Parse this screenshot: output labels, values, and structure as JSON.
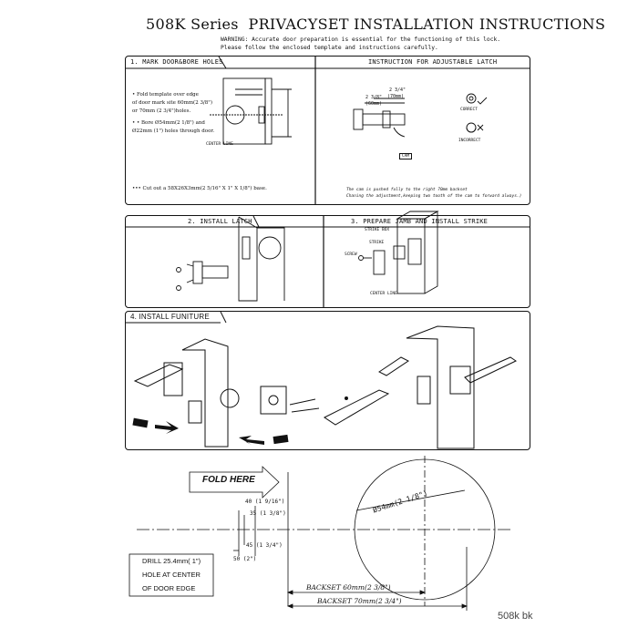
{
  "header": {
    "title": "508K Series  PRIVACYSET INSTALLATION INSTRUCTIONS",
    "warning_line1": "WARNING: Accurate door preparation is essential for the functioning of this lock.",
    "warning_line2": "Please follow the enclosed template and instructions carefully."
  },
  "step1": {
    "title": "1. MARK DOOR&BORE HOLES",
    "bullet1_l1": "• Fold template over edge",
    "bullet1_l2": "of door mark site 60mm(2 3/8\")",
    "bullet1_l3": "or 70mm (2 3/4\")holes.",
    "bullet2_l1": "• •  Bore Ø54mm(2 1/8\") and",
    "bullet2_l2": "Ø22mm (1\") holes through door.",
    "bullet3": "•••   Cut out a 58X26X3mm(2 5/16\" X 1\" X 1/8\") base.",
    "center_line": "CENTER LINE"
  },
  "adjustable": {
    "title": "INSTRUCTION FOR ADJUSTABLE LATCH",
    "dim_60_top": "2 3/8\"",
    "dim_60_bot": "(60mm)",
    "dim_70_top": "2 3/4\"",
    "dim_70_bot": "(70mm)",
    "cam": "CAM",
    "correct": "CORRECT",
    "incorrect": "INCORRECT",
    "note_l1": "The cam is pushed fully to the right 70mm backset",
    "note_l2": "Chaning the adjustment,keeping two tooth of the cam to forward always.)"
  },
  "step2": {
    "title": "2. INSTALL LATCH"
  },
  "step3": {
    "title": "3. PREPARE JAMB AND INSTALL STRIKE",
    "strike_box": "STRIKE BOX",
    "strike": "STRIKE",
    "screw": "SCREW",
    "center_line": "CENTER LINE"
  },
  "step4": {
    "title": "4. INSTALL FUNITURE"
  },
  "template": {
    "fold_here": "FOLD HERE",
    "dims": [
      "40 (1 9/16\")",
      "35 (1 3/8\")",
      "45 (1 3/4\")",
      "50 (2\")"
    ],
    "diameter": "Ø54mm(2 1/8\")",
    "drill_l1": "DRILL 25.4mm( 1\")",
    "drill_l2": "HOLE AT CENTER",
    "drill_l3": "OF DOOR EDGE",
    "backset_60": "BACKSET 60mm(2 3/8\")",
    "backset_70": "BACKSET 70mm(2 3/4\")"
  },
  "footer": "508k bk"
}
